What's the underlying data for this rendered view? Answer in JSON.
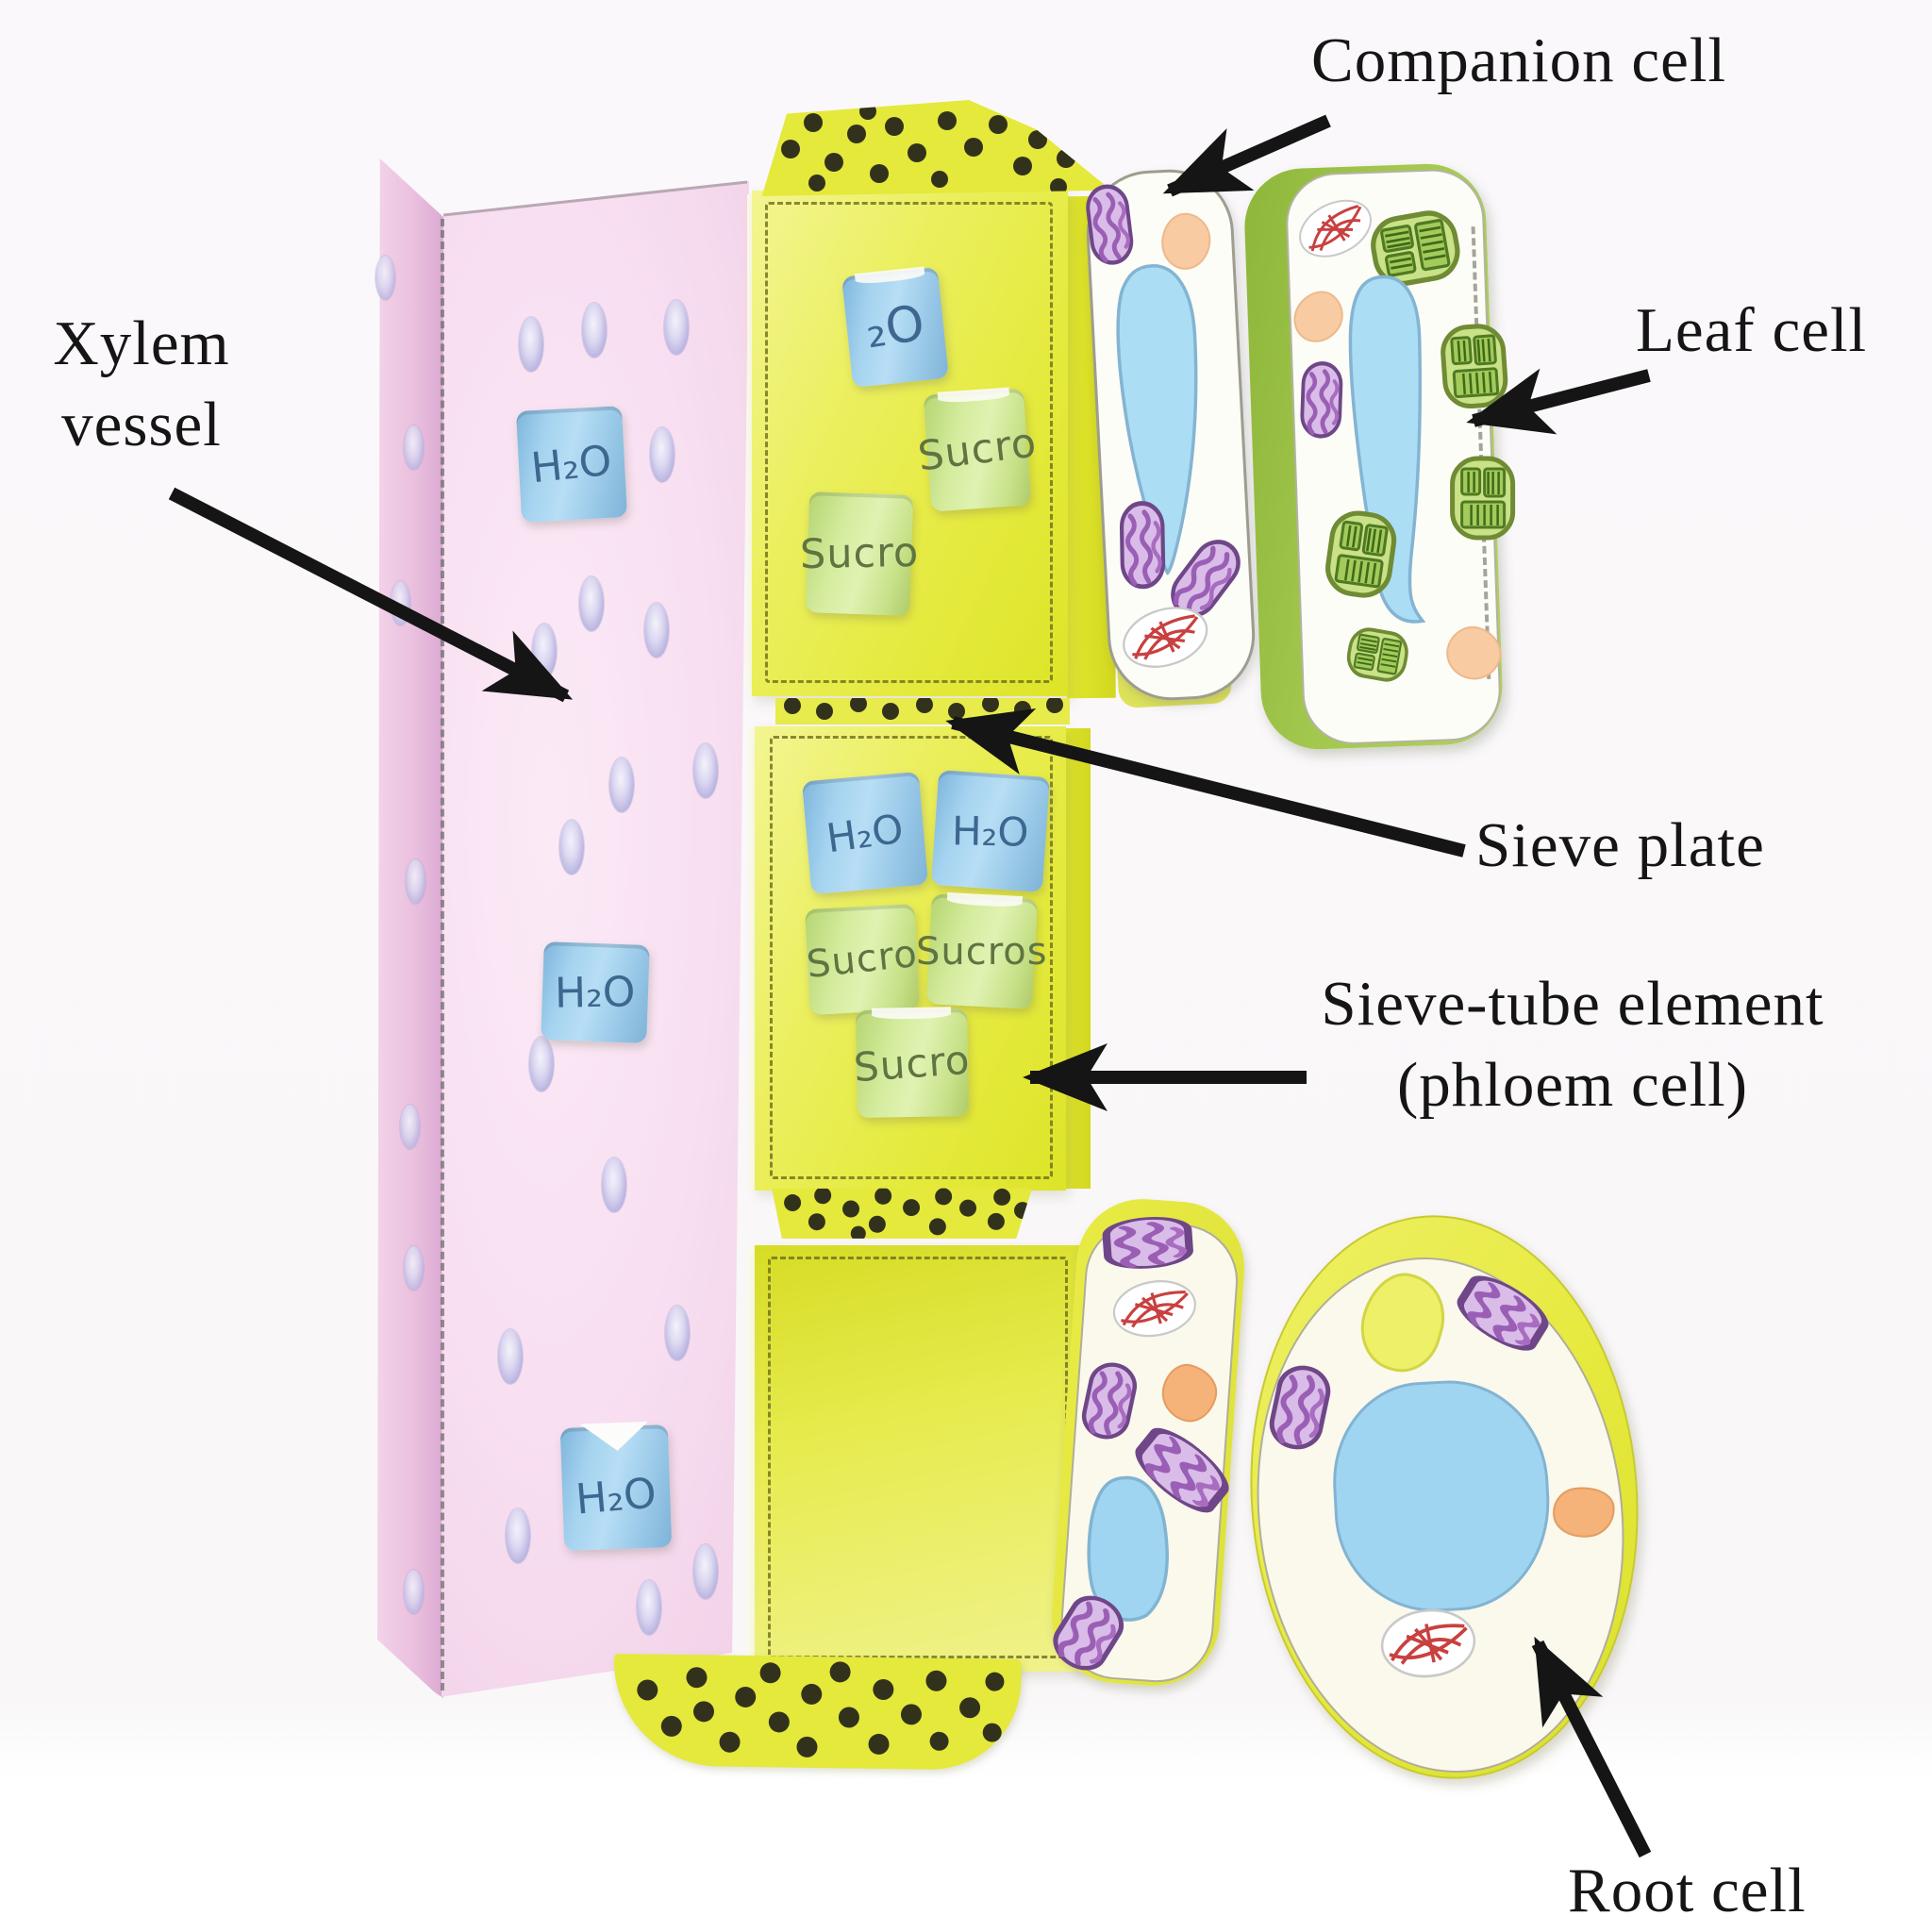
{
  "labels": {
    "xylem_line1": "Xylem",
    "xylem_line2": "vessel",
    "companion_cell": "Companion cell",
    "leaf_cell": "Leaf cell",
    "sieve_plate": "Sieve plate",
    "sieve_tube_line1": "Sieve-tube element",
    "sieve_tube_line2": "(phloem cell)",
    "root_cell": "Root cell"
  },
  "molecules": {
    "xylem_water": [
      "H₂O",
      "H₂O",
      "H₂O"
    ],
    "tray_top_water": [
      "₂O"
    ],
    "tray_top_sucrose": [
      "Sucro",
      "Sucro"
    ],
    "tray_middle_water": [
      "H₂O",
      "H₂O"
    ],
    "tray_middle_sucrose": [
      "Sucro",
      "Sucros",
      "Sucro"
    ]
  },
  "colors": {
    "xylem_pink": "#f6ddef",
    "phloem_yellow": "#e8ec33",
    "water_blue": "#9fcdec",
    "sucrose_green": "#cde893",
    "cell_face_white": "#fdfdf6",
    "mitochondrion_purple": "#d9bce8",
    "chloroplast_green": "#c9e187",
    "vacuole_blue": "#a8dcf4",
    "annotation_black": "#151515"
  }
}
